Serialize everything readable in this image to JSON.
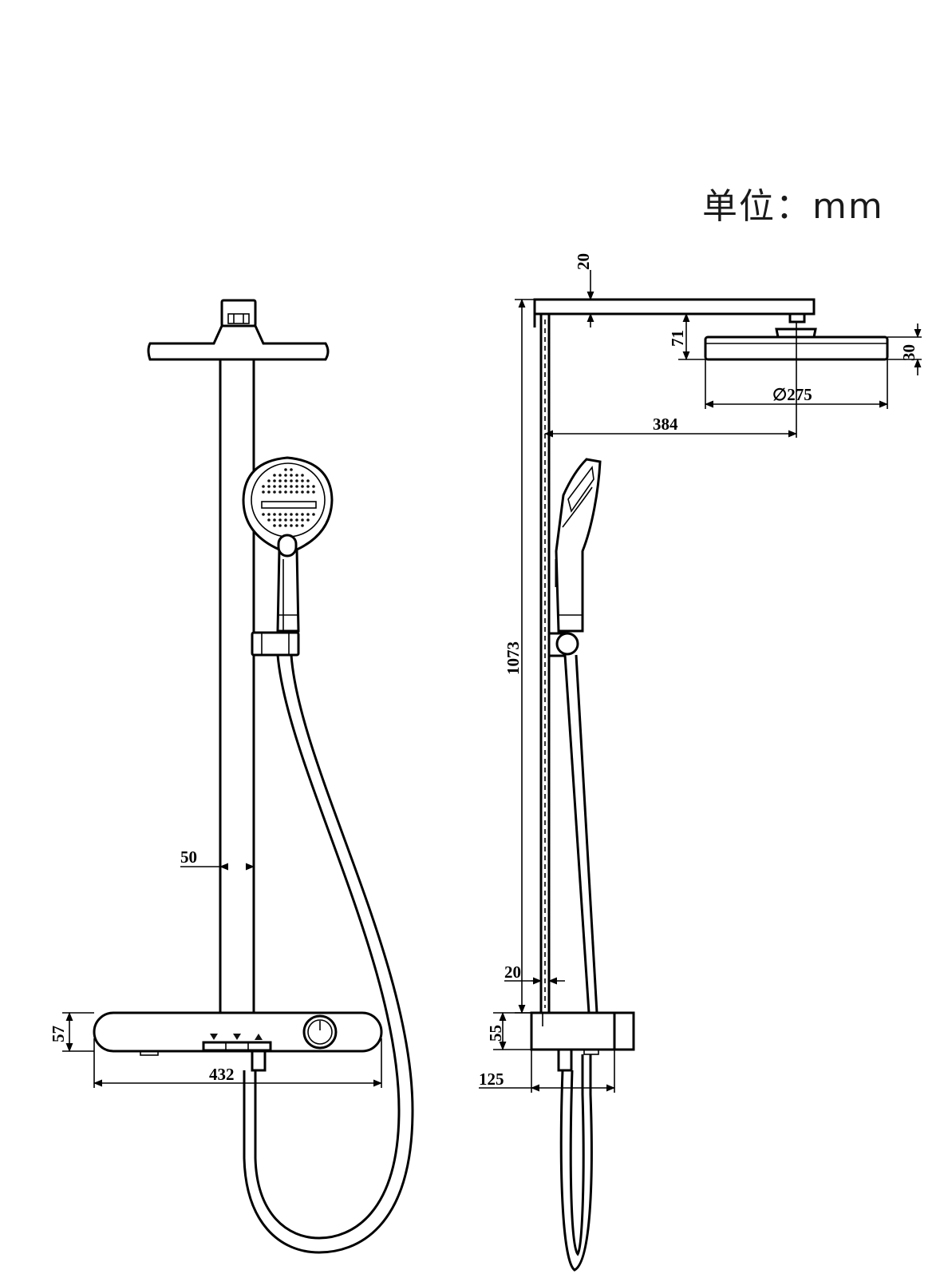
{
  "unit_label": "单位：mm",
  "front_view": {
    "dimensions": {
      "pipe_diameter": "50",
      "console_height": "57",
      "console_width": "432"
    }
  },
  "side_view": {
    "dimensions": {
      "arm_thickness": "20",
      "head_drop": "71",
      "head_thickness": "30",
      "head_diameter": "∅275",
      "arm_reach": "384",
      "total_height": "1073",
      "pipe_offset": "20",
      "console_height": "55",
      "console_depth": "125"
    }
  },
  "colors": {
    "line": "#000000",
    "background": "#ffffff"
  }
}
